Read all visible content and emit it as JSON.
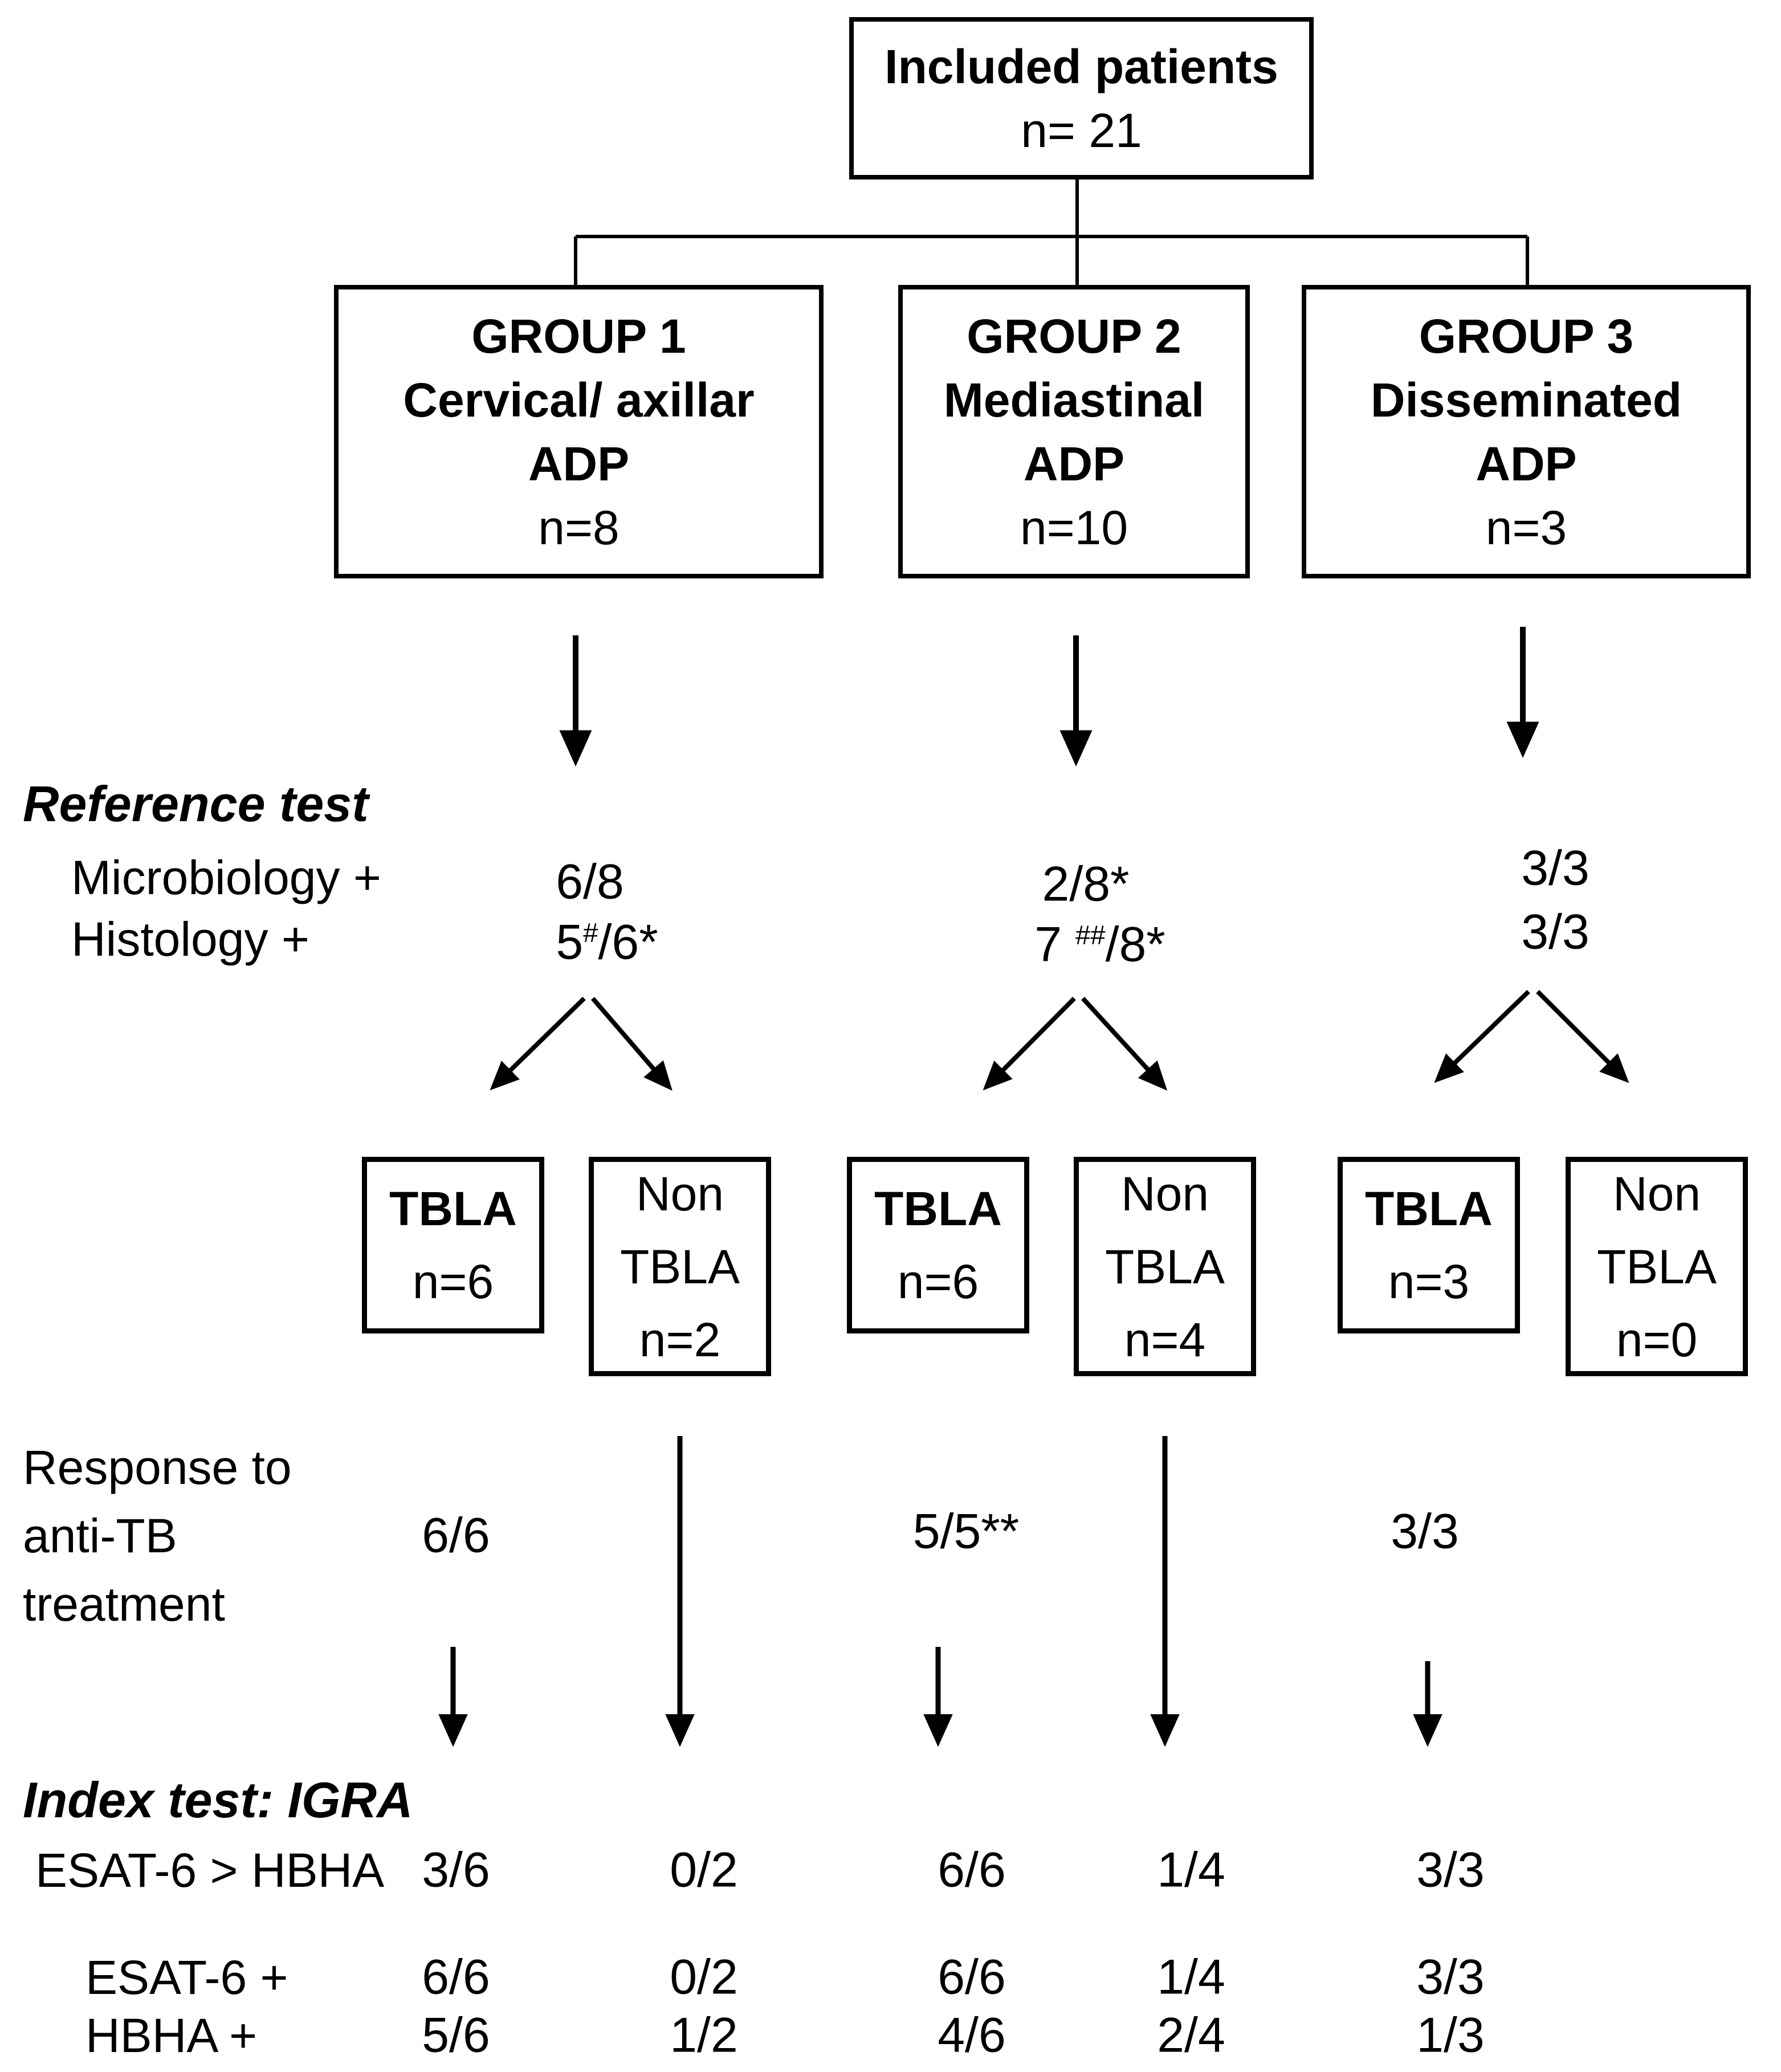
{
  "colors": {
    "ink": "#000000",
    "paper": "#ffffff"
  },
  "flowchart": {
    "included": {
      "title": "Included patients",
      "n": "n= 21"
    },
    "groups": [
      {
        "title": "GROUP 1",
        "region": "Cervical/ axillar",
        "type": "ADP",
        "n": "n=8",
        "microbiology": "6/8",
        "histology": "5^#^/6*",
        "tbla": {
          "title": "TBLA",
          "n": "n=6"
        },
        "non_tbla": {
          "word1": "Non",
          "word2": "TBLA",
          "n": "n=2"
        },
        "response": "6/6"
      },
      {
        "title": "GROUP 2",
        "region": "Mediastinal",
        "type": "ADP",
        "n": "n=10",
        "microbiology": "2/8*",
        "histology": "7 ^##^/8*",
        "tbla": {
          "title": "TBLA",
          "n": "n=6"
        },
        "non_tbla": {
          "word1": "Non",
          "word2": "TBLA",
          "n": "n=4"
        },
        "response": "5/5**"
      },
      {
        "title": "GROUP 3",
        "region": "Disseminated",
        "type": "ADP",
        "n": "n=3",
        "microbiology": "3/3",
        "histology": "3/3",
        "tbla": {
          "title": "TBLA",
          "n": "n=3"
        },
        "non_tbla": {
          "word1": "Non",
          "word2": "TBLA",
          "n": "n=0"
        },
        "response": "3/3"
      }
    ],
    "headings": {
      "reference_test": "Reference test",
      "microbiology": "Microbiology +",
      "histology": "Histology +",
      "response_line1": "Response to",
      "response_line2": "anti-TB",
      "response_line3": "treatment",
      "index_test": "Index test: IGRA"
    },
    "igra_rows": [
      {
        "label": "ESAT-6 > HBHA",
        "values": [
          "3/6",
          "0/2",
          "6/6",
          "1/4",
          "3/3"
        ]
      },
      {
        "label": "ESAT-6 +",
        "values": [
          "6/6",
          "0/2",
          "6/6",
          "1/4",
          "3/3"
        ]
      },
      {
        "label": "HBHA +",
        "values": [
          "5/6",
          "1/2",
          "4/6",
          "2/4",
          "1/3"
        ]
      }
    ]
  }
}
